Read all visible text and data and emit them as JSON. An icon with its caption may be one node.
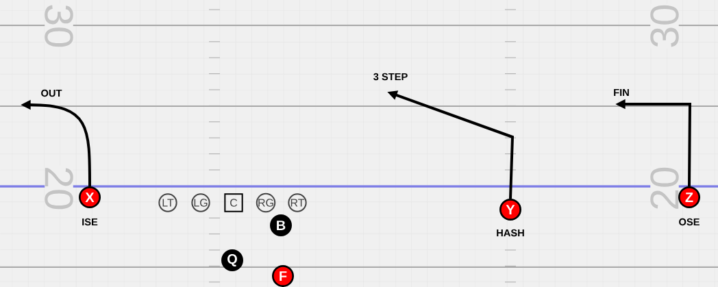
{
  "diagram": {
    "nodes": [
      {
        "text": [
          "X"
        ],
        "beside": [
          "ISE"
        ]
      },
      {
        "text": [
          "LT"
        ]
      },
      {
        "text": [
          "LG"
        ]
      },
      {
        "text": [
          "C"
        ]
      },
      {
        "text": [
          "RG"
        ]
      },
      {
        "text": [
          "RT"
        ]
      },
      {
        "text": [
          "B"
        ]
      },
      {
        "text": [
          "Y"
        ],
        "beside": [
          "HASH"
        ]
      },
      {
        "text": [
          "Z"
        ],
        "beside": [
          "OSE"
        ]
      },
      {
        "text": [
          "Q"
        ]
      },
      {
        "text": [
          "F"
        ]
      }
    ],
    "edges": [
      {
        "from": 0,
        "to": null,
        "arrow": "to",
        "label": "OUT"
      },
      {
        "from": 7,
        "to": null,
        "arrow": "to",
        "label": "3 STEP"
      },
      {
        "from": 8,
        "to": null,
        "arrow": "to",
        "label": "FIN"
      }
    ],
    "labels": [
      "30",
      "30",
      "20",
      "20"
    ]
  }
}
